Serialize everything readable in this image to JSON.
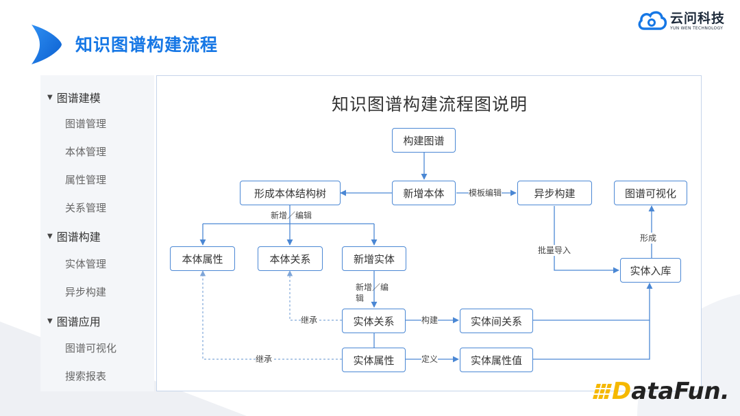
{
  "header": {
    "title": "知识图谱构建流程"
  },
  "logo": {
    "name": "云问科技",
    "subtitle": "YUN WEN TECHNOLOGY"
  },
  "sidebar": {
    "groups": [
      {
        "label": "图谱建模",
        "items": [
          "图谱管理",
          "本体管理",
          "属性管理",
          "关系管理"
        ]
      },
      {
        "label": "图谱构建",
        "items": [
          "实体管理",
          "异步构建"
        ]
      },
      {
        "label": "图谱应用",
        "items": [
          "图谱可视化",
          "搜索报表"
        ]
      }
    ]
  },
  "diagram": {
    "title": "知识图谱构建流程图说明",
    "nodes": {
      "build_graph": "构建图谱",
      "new_ontology": "新增本体",
      "ontology_tree": "形成本体结构树",
      "async_build": "异步构建",
      "graph_vis": "图谱可视化",
      "ontology_attr": "本体属性",
      "ontology_rel": "本体关系",
      "new_entity": "新增实体",
      "entity_store": "实体入库",
      "entity_rel": "实体关系",
      "inter_entity_rel": "实体间关系",
      "entity_attr": "实体属性",
      "entity_attr_val": "实体属性值"
    },
    "edge_labels": {
      "template_edit": "模板编辑",
      "add_edit_1": "新增／编辑",
      "batch_import": "批量导入",
      "form": "形成",
      "add_edit_2": "新增／编辑",
      "inherit_1": "继承",
      "inherit_2": "继承",
      "build": "构建",
      "define": "定义"
    },
    "colors": {
      "node_border": "#4a87d4",
      "line": "#4a87d4",
      "dashed": "#7fa6d8"
    }
  },
  "brand": {
    "d": "D",
    "rest": "ataFun."
  },
  "colors": {
    "title": "#1677e5",
    "brand_yellow": "#f5b800"
  }
}
